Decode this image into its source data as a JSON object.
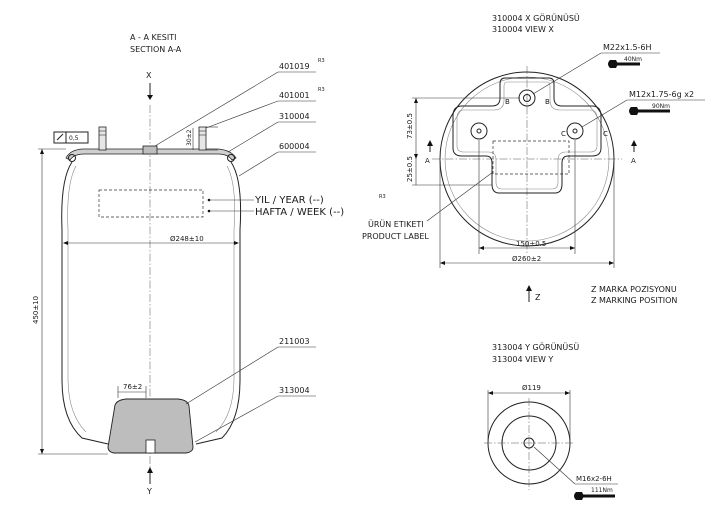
{
  "section_view": {
    "title_tr": "A - A KESITI",
    "title_en": "SECTION A-A",
    "top_view_marker": "X",
    "bottom_view_marker": "Y",
    "symbol_box_text": "0,5",
    "part_numbers": {
      "p401019": "401019",
      "p401001": "401001",
      "p310004": "310004",
      "p600004": "600004",
      "p211003": "211003",
      "p313004": "313004"
    },
    "revision": "R3",
    "revision_2": "R3",
    "dim_stud_spacing": "30±2",
    "dim_diameter": "Ø248±10",
    "dim_height": "450±10",
    "dim_piston": "76±2",
    "label_year": "YIL / YEAR (--)",
    "label_week": "HAFTA / WEEK (--)"
  },
  "view_x": {
    "title_tr": "310004 X GÖRÜNÜSÜ",
    "title_en": "310004 VIEW X",
    "thread_1": "M22x1.5-6H",
    "torque_1": "40Nm",
    "thread_2": "M12x1.75-6g  x2",
    "torque_2": "90Nm",
    "dim_73": "73±0.5",
    "dim_25": "25±0.5",
    "dim_150": "150±0.5",
    "dim_260": "Ø260±2",
    "label_b": "B",
    "label_b2": "B",
    "label_c": "C",
    "label_c2": "C",
    "label_a_left": "A",
    "label_a_right": "A",
    "product_label_tr": "ÜRÜN ETIKETI",
    "product_label_en": "PRODUCT LABEL",
    "product_label_rev": "R3",
    "z_marker": "Z",
    "z_position_tr": "Z MARKA POZISYONU",
    "z_position_en": "Z MARKING POSITION"
  },
  "view_y": {
    "title_tr": "313004 Y GÖRÜNÜSÜ",
    "title_en": "313004 VIEW Y",
    "dim_119": "Ø119",
    "thread": "M16x2-6H",
    "torque": "111Nm"
  }
}
